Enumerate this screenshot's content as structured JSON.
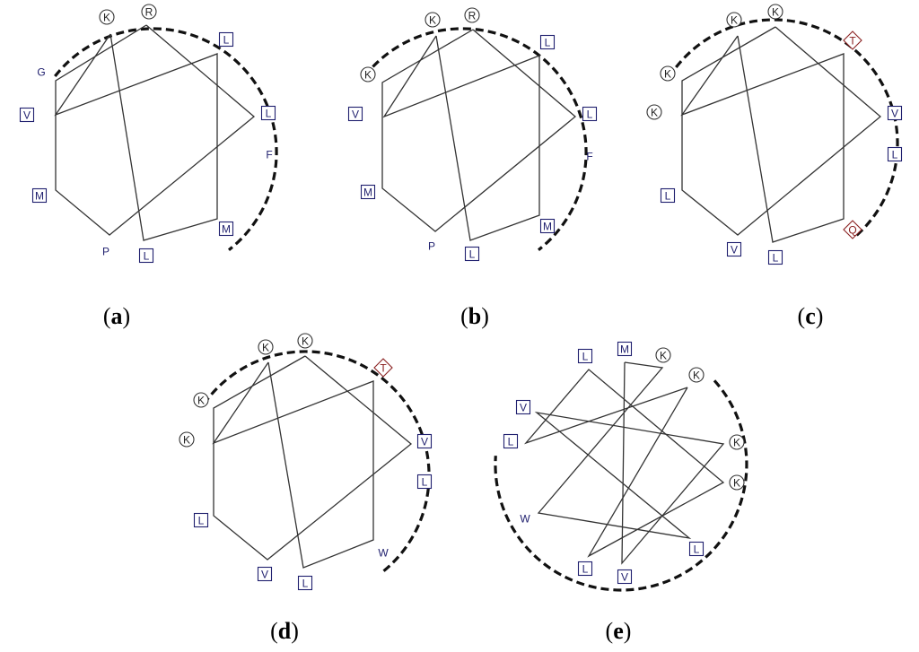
{
  "panels": [
    {
      "label": "(a)",
      "label_letter": "a",
      "residues": [
        {
          "letter": "K",
          "shape": "circle"
        },
        {
          "letter": "R",
          "shape": "circle"
        },
        {
          "letter": "L",
          "shape": "box"
        },
        {
          "letter": "L",
          "shape": "box"
        },
        {
          "letter": "F",
          "shape": "none"
        },
        {
          "letter": "M",
          "shape": "box"
        },
        {
          "letter": "L",
          "shape": "box"
        },
        {
          "letter": "P",
          "shape": "none"
        },
        {
          "letter": "M",
          "shape": "box"
        },
        {
          "letter": "V",
          "shape": "box"
        },
        {
          "letter": "G",
          "shape": "none"
        }
      ]
    },
    {
      "label": "(b)",
      "label_letter": "b",
      "residues": [
        {
          "letter": "K",
          "shape": "circle"
        },
        {
          "letter": "R",
          "shape": "circle"
        },
        {
          "letter": "L",
          "shape": "box"
        },
        {
          "letter": "L",
          "shape": "box"
        },
        {
          "letter": "F",
          "shape": "none"
        },
        {
          "letter": "M",
          "shape": "box"
        },
        {
          "letter": "L",
          "shape": "box"
        },
        {
          "letter": "P",
          "shape": "none"
        },
        {
          "letter": "M",
          "shape": "box"
        },
        {
          "letter": "V",
          "shape": "box"
        },
        {
          "letter": "K",
          "shape": "circle"
        }
      ]
    },
    {
      "label": "(c)",
      "label_letter": "c",
      "residues": [
        {
          "letter": "K",
          "shape": "circle"
        },
        {
          "letter": "K",
          "shape": "circle"
        },
        {
          "letter": "T",
          "shape": "diamond"
        },
        {
          "letter": "V",
          "shape": "box"
        },
        {
          "letter": "L",
          "shape": "box"
        },
        {
          "letter": "Q",
          "shape": "diamond"
        },
        {
          "letter": "L",
          "shape": "box"
        },
        {
          "letter": "V",
          "shape": "box"
        },
        {
          "letter": "L",
          "shape": "box"
        },
        {
          "letter": "K",
          "shape": "circle"
        },
        {
          "letter": "K",
          "shape": "circle"
        }
      ]
    },
    {
      "label": "(d)",
      "label_letter": "d",
      "residues": [
        {
          "letter": "K",
          "shape": "circle"
        },
        {
          "letter": "K",
          "shape": "circle"
        },
        {
          "letter": "T",
          "shape": "diamond"
        },
        {
          "letter": "V",
          "shape": "box"
        },
        {
          "letter": "L",
          "shape": "box"
        },
        {
          "letter": "W",
          "shape": "none"
        },
        {
          "letter": "L",
          "shape": "box"
        },
        {
          "letter": "V",
          "shape": "box"
        },
        {
          "letter": "L",
          "shape": "box"
        },
        {
          "letter": "K",
          "shape": "circle"
        },
        {
          "letter": "K",
          "shape": "circle"
        }
      ]
    },
    {
      "label": "(e)",
      "label_letter": "e",
      "residues": [
        {
          "letter": "M",
          "shape": "box"
        },
        {
          "letter": "K",
          "shape": "circle"
        },
        {
          "letter": "K",
          "shape": "circle"
        },
        {
          "letter": "K",
          "shape": "circle"
        },
        {
          "letter": "K",
          "shape": "circle"
        },
        {
          "letter": "L",
          "shape": "box"
        },
        {
          "letter": "V",
          "shape": "box"
        },
        {
          "letter": "L",
          "shape": "box"
        },
        {
          "letter": "W",
          "shape": "none"
        },
        {
          "letter": "L",
          "shape": "box"
        },
        {
          "letter": "V",
          "shape": "box"
        },
        {
          "letter": "L",
          "shape": "box"
        }
      ]
    }
  ]
}
